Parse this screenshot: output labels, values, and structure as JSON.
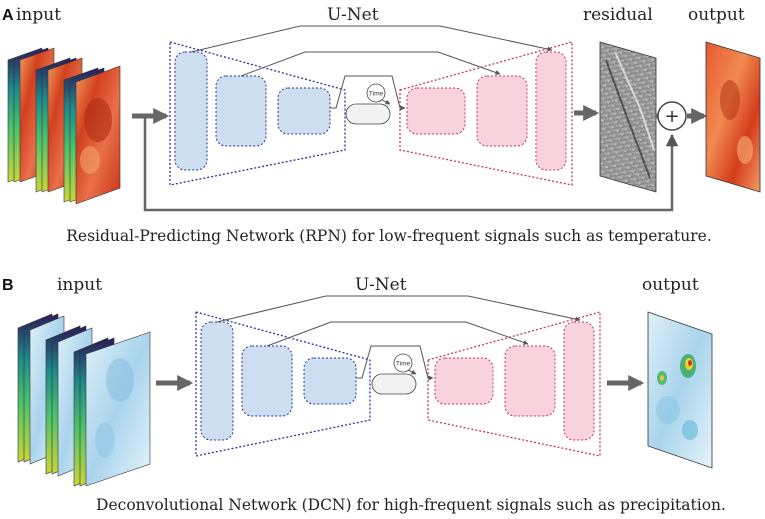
{
  "panel_a": {
    "letter": "A",
    "input_label": "input",
    "unet_label": "U-Net",
    "residual_label": "residual",
    "output_label": "output",
    "time_label": "Time",
    "plus_symbol": "+",
    "caption": "Residual-Predicting Network (RPN) for low-frequent signals such as temperature."
  },
  "panel_b": {
    "letter": "B",
    "input_label": "input",
    "unet_label": "U-Net",
    "output_label": "output",
    "time_label": "Time",
    "caption": "Deconvolutional Network (DCN) for high-frequent signals such as precipitation."
  },
  "colors": {
    "encoder_fill": "#cfdff2",
    "encoder_border": "#2b2fa0",
    "decoder_fill": "#f8d3dd",
    "decoder_border": "#c8335c",
    "arrow": "#666666",
    "temperature_map": "#d9462a",
    "precipitation_map": "#bde0f0"
  }
}
